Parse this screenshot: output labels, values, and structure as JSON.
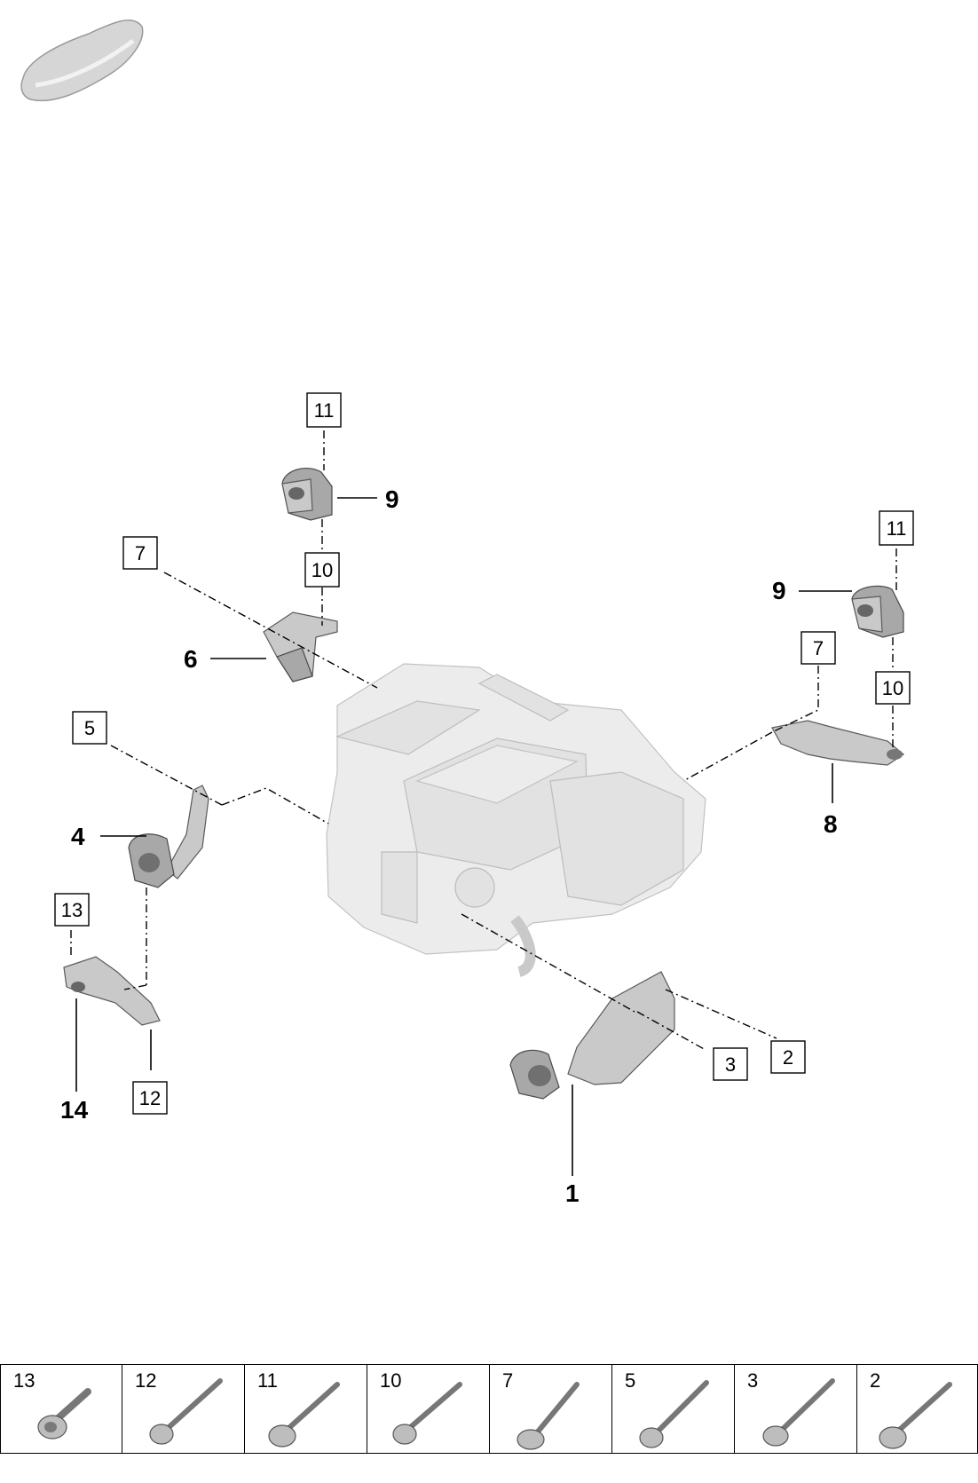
{
  "callouts": {
    "c1": "1",
    "c4": "4",
    "c6": "6",
    "c8": "8",
    "c9a": "9",
    "c9b": "9",
    "c14": "14"
  },
  "boxes": {
    "b11a": "11",
    "b10a": "10",
    "b7a": "7",
    "b5": "5",
    "b13": "13",
    "b12": "12",
    "b11b": "11",
    "b7b": "7",
    "b10b": "10",
    "b3": "3",
    "b2": "2"
  },
  "fasteners": [
    {
      "label": "13"
    },
    {
      "label": "12"
    },
    {
      "label": "11"
    },
    {
      "label": "10"
    },
    {
      "label": "7"
    },
    {
      "label": "5"
    },
    {
      "label": "3"
    },
    {
      "label": "2"
    }
  ]
}
